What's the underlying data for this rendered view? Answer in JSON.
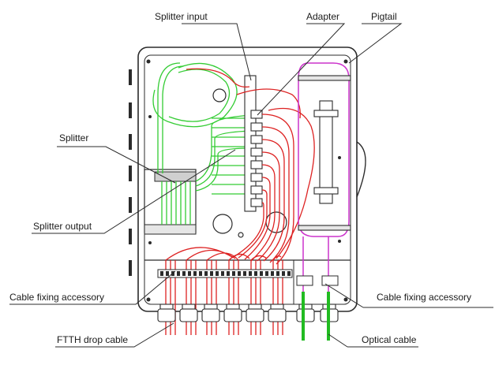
{
  "labels": {
    "splitter_input": "Splitter input",
    "adapter": "Adapter",
    "pigtail": "Pigtail",
    "splitter": "Splitter",
    "splitter_output": "Splitter output",
    "cable_fixing_left": "Cable fixing accessory",
    "cable_fixing_right": "Cable fixing accessory",
    "ftth_drop_cable": "FTTH drop cable",
    "optical_cable": "Optical cable"
  },
  "colors": {
    "outline": "#2b2b2b",
    "green_fiber": "#33cc33",
    "red_fiber": "#dd2222",
    "pigtail": "#cc33cc",
    "optical_cable": "#22bb22"
  }
}
